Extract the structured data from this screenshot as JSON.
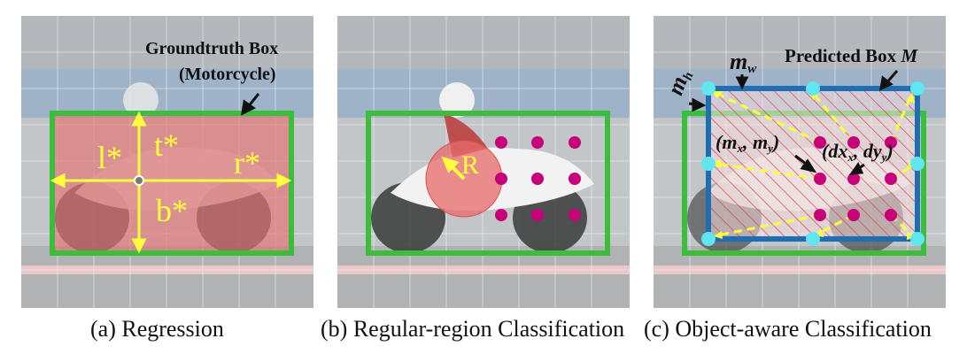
{
  "captions": {
    "a": "(a) Regression",
    "b": "(b) Regular-region Classification",
    "c": "(c) Object-aware Classification"
  },
  "panel_a": {
    "gt_title": "Groundtruth Box",
    "gt_sub": "(Motorcycle)",
    "left": "l*",
    "top": "t*",
    "right": "r*",
    "bottom": "b*"
  },
  "panel_b": {
    "radius_label": "R"
  },
  "panel_c": {
    "predicted": "Predicted Box",
    "predicted_var": "M",
    "mw_main": "m",
    "mw_sub": "w",
    "mh_main": "m",
    "mh_sub": "h",
    "mxy": "(m",
    "mxy_x": "x",
    "mxy_mid": ", m",
    "mxy_y": "y",
    "mxy_end": ")",
    "dxy": "(dx",
    "dxy_x": "x",
    "dxy_mid": ", dy",
    "dxy_y": "y",
    "dxy_end": ")"
  },
  "colors": {
    "green_box": "#3cbe3c",
    "blue_box": "#1e6eb4",
    "red_fill": "#e86a6a",
    "yellow": "#ffff3c",
    "magenta": "#c8007a",
    "cyan": "#5fe6f0"
  }
}
